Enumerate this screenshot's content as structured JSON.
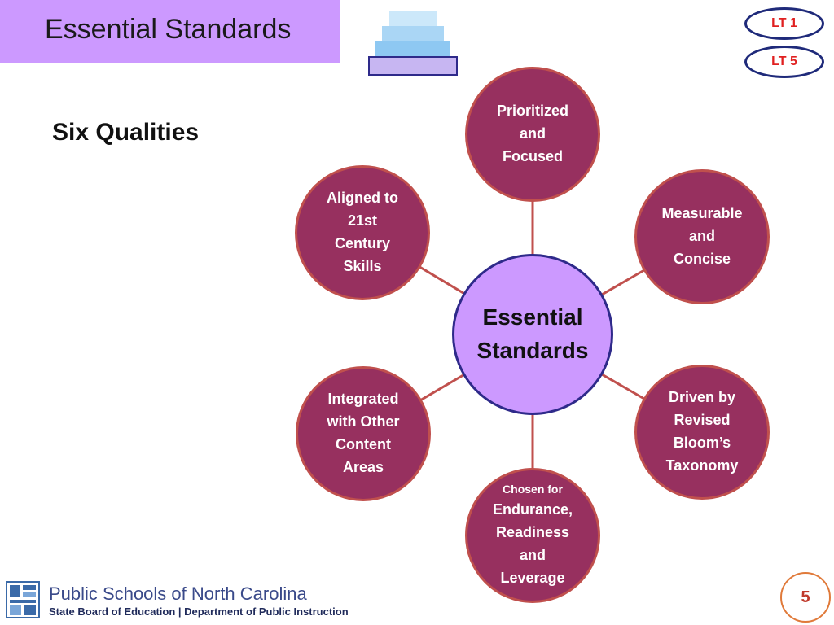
{
  "header": {
    "title": "Essential Standards"
  },
  "badges": [
    {
      "label": "LT 1"
    },
    {
      "label": "LT 5"
    }
  ],
  "subtitle": "Six Qualities",
  "diagram": {
    "center": [
      "Essential",
      "Standards"
    ],
    "nodes": [
      {
        "id": "top",
        "lines": [
          "Prioritized",
          "and",
          "Focused"
        ]
      },
      {
        "id": "upper-right",
        "lines": [
          "Measurable",
          "and",
          "Concise"
        ]
      },
      {
        "id": "lower-right",
        "lines": [
          "Driven by",
          "Revised",
          "Bloom’s",
          "Taxonomy"
        ]
      },
      {
        "id": "bottom",
        "small": "Chosen for",
        "lines": [
          "Endurance,",
          "Readiness",
          "and",
          "Leverage"
        ]
      },
      {
        "id": "lower-left",
        "lines": [
          "Integrated",
          "with Other",
          "Content",
          "Areas"
        ]
      },
      {
        "id": "upper-left",
        "lines": [
          "Aligned to",
          "21st",
          "Century",
          "Skills"
        ]
      }
    ],
    "colors": {
      "node_fill": "#97305f",
      "node_border": "#c0504d",
      "center_fill": "#cc99ff",
      "center_border": "#2e2a8a",
      "connector": "#c0504d"
    }
  },
  "footer": {
    "org_name": "Public Schools of North Carolina",
    "org_sub": "State Board of Education | Department of Public Instruction",
    "logo_icon": "nc-dpi-logo-icon"
  },
  "page_number": "5"
}
